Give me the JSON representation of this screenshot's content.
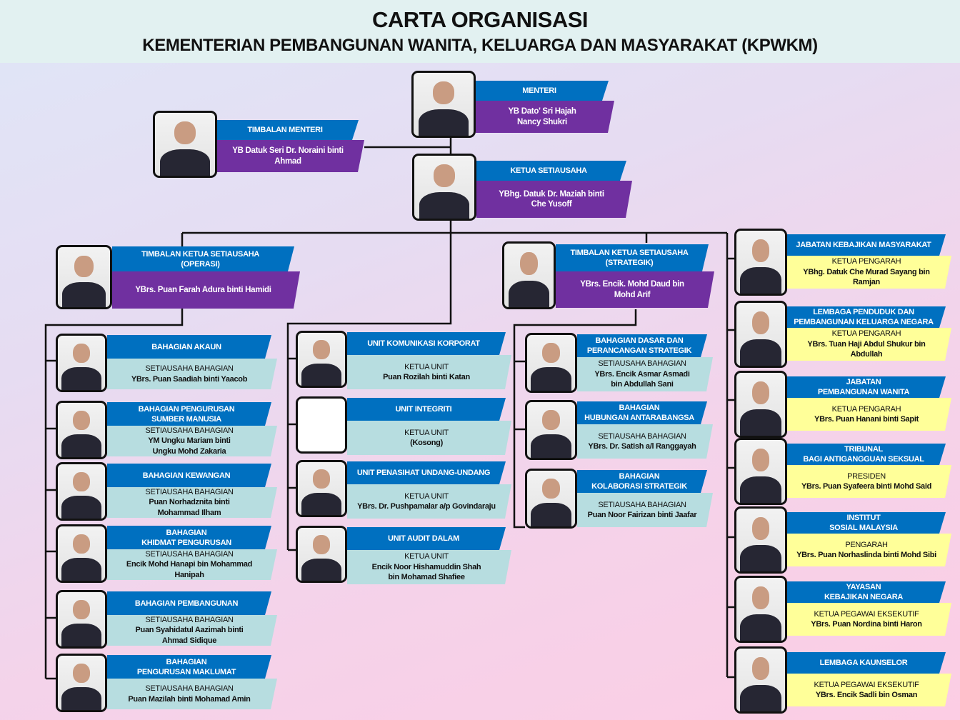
{
  "title": "CARTA ORGANISASI",
  "subtitle": "KEMENTERIAN PEMBANGUNAN WANITA, KELUARGA DAN MASYARAKAT (KPWKM)",
  "colors": {
    "header_blue": "#0070c0",
    "top_purple": "#7030a0",
    "division_teal": "#b7dde0",
    "agency_yellow": "#ffff99"
  },
  "leaders": [
    {
      "title": "MENTERI",
      "name": "YB Dato' Sri Hajah\nNancy Shukri"
    },
    {
      "title": "TIMBALAN MENTERI",
      "name": "YB Datuk Seri Dr. Noraini binti\nAhmad"
    },
    {
      "title": "KETUA SETIAUSAHA",
      "name": "YBhg. Datuk Dr. Maziah binti\nChe Yusoff"
    },
    {
      "title": "TIMBALAN KETUA SETIAUSAHA\n(OPERASI)",
      "name": "YBrs. Puan Farah Adura binti Hamidi"
    },
    {
      "title": "TIMBALAN KETUA SETIAUSAHA\n(STRATEGIK)",
      "name": "YBrs. Encik. Mohd Daud bin\nMohd Arif"
    }
  ],
  "operasi_divisions": [
    {
      "title": "BAHAGIAN AKAUN",
      "role": "SETIAUSAHA BAHAGIAN",
      "name": "YBrs. Puan Saadiah binti Yaacob"
    },
    {
      "title": "BAHAGIAN PENGURUSAN\nSUMBER MANUSIA",
      "role": "SETIAUSAHA BAHAGIAN",
      "name": "YM Ungku Mariam binti\nUngku Mohd Zakaria"
    },
    {
      "title": "BAHAGIAN KEWANGAN",
      "role": "SETIAUSAHA BAHAGIAN",
      "name": "Puan Norhadznita binti\nMohammad Ilham"
    },
    {
      "title": "BAHAGIAN\nKHIDMAT PENGURUSAN",
      "role": "SETIAUSAHA BAHAGIAN",
      "name": "Encik Mohd Hanapi bin Mohammad\nHanipah"
    },
    {
      "title": "BAHAGIAN PEMBANGUNAN",
      "role": "SETIAUSAHA BAHAGIAN",
      "name": "Puan Syahidatul Aazimah binti\nAhmad Sidique"
    },
    {
      "title": "BAHAGIAN\nPENGURUSAN MAKLUMAT",
      "role": "SETIAUSAHA BAHAGIAN",
      "name": "Puan Mazilah binti Mohamad Amin"
    }
  ],
  "units": [
    {
      "title": "UNIT KOMUNIKASI KORPORAT",
      "role": "KETUA UNIT",
      "name": "Puan Rozilah binti Katan"
    },
    {
      "title": "UNIT INTEGRITI",
      "role": "KETUA UNIT",
      "name": "(Kosong)"
    },
    {
      "title": "UNIT PENASIHAT UNDANG-UNDANG",
      "role": "KETUA UNIT",
      "name": "YBrs. Dr. Pushpamalar a/p Govindaraju"
    },
    {
      "title": "UNIT AUDIT DALAM",
      "role": "KETUA UNIT",
      "name": "Encik Noor Hishamuddin Shah\nbin Mohamad Shafiee"
    }
  ],
  "strategik_divisions": [
    {
      "title": "BAHAGIAN DASAR DAN\nPERANCANGAN STRATEGIK",
      "role": "SETIAUSAHA BAHAGIAN",
      "name": "YBrs. Encik Asmar Asmadi\nbin Abdullah Sani"
    },
    {
      "title": "BAHAGIAN\nHUBUNGAN ANTARABANGSA",
      "role": "SETIAUSAHA BAHAGIAN",
      "name": "YBrs. Dr. Satish a/l Ranggayah"
    },
    {
      "title": "BAHAGIAN\nKOLABORASI STRATEGIK",
      "role": "SETIAUSAHA BAHAGIAN",
      "name": "Puan Noor Fairizan binti Jaafar"
    }
  ],
  "agencies": [
    {
      "title": "JABATAN KEBAJIKAN MASYARAKAT",
      "role": "KETUA PENGARAH",
      "name": "YBhg. Datuk Che Murad Sayang bin\nRamjan"
    },
    {
      "title": "LEMBAGA PENDUDUK DAN\nPEMBANGUNAN KELUARGA NEGARA",
      "role": "KETUA PENGARAH",
      "name": "YBrs. Tuan Haji Abdul Shukur bin\nAbdullah"
    },
    {
      "title": "JABATAN\nPEMBANGUNAN WANITA",
      "role": "KETUA PENGARAH",
      "name": "YBrs. Puan Hanani binti Sapit"
    },
    {
      "title": "TRIBUNAL\nBAGI ANTIGANGGUAN SEKSUAL",
      "role": "PRESIDEN",
      "name": "YBrs. Puan Syafeera binti Mohd Said"
    },
    {
      "title": "INSTITUT\nSOSIAL MALAYSIA",
      "role": "PENGARAH",
      "name": "YBrs. Puan Norhaslinda binti Mohd Sibi"
    },
    {
      "title": "YAYASAN\nKEBAJIKAN NEGARA",
      "role": "KETUA PEGAWAI EKSEKUTIF",
      "name": "YBrs. Puan Nordina binti Haron"
    },
    {
      "title": "LEMBAGA KAUNSELOR",
      "role": "KETUA PEGAWAI EKSEKUTIF",
      "name": "YBrs. Encik Sadli bin Osman"
    }
  ]
}
